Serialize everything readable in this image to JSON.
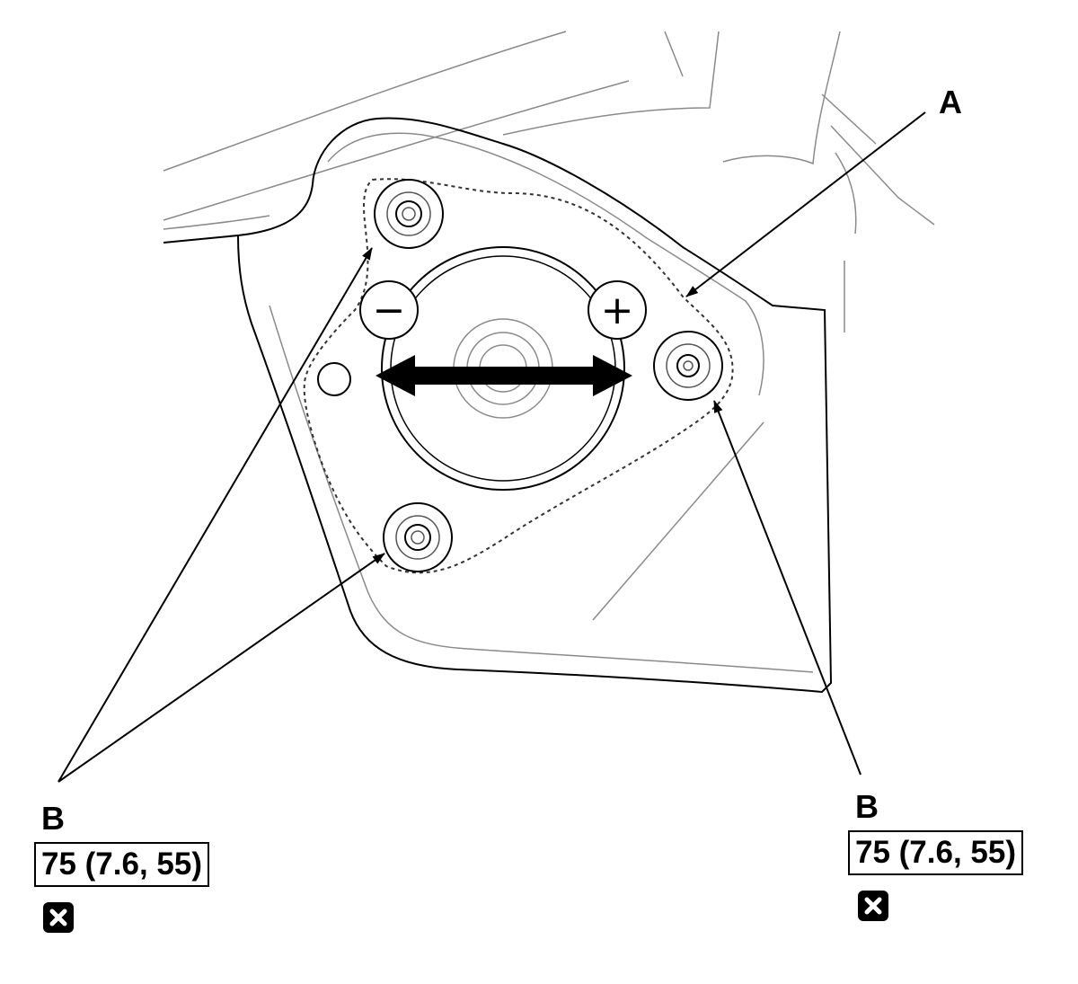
{
  "callouts": {
    "a": {
      "label": "A"
    },
    "b_left": {
      "label": "B",
      "torque": "75 (7.6, 55)",
      "icon": "replace-x-icon"
    },
    "b_right": {
      "label": "B",
      "torque": "75 (7.6, 55)",
      "icon": "replace-x-icon"
    }
  },
  "symbols": {
    "minus": "−",
    "plus": "+"
  },
  "colors": {
    "line": "#000000",
    "faint": "#8a8a8a",
    "background": "#ffffff"
  }
}
